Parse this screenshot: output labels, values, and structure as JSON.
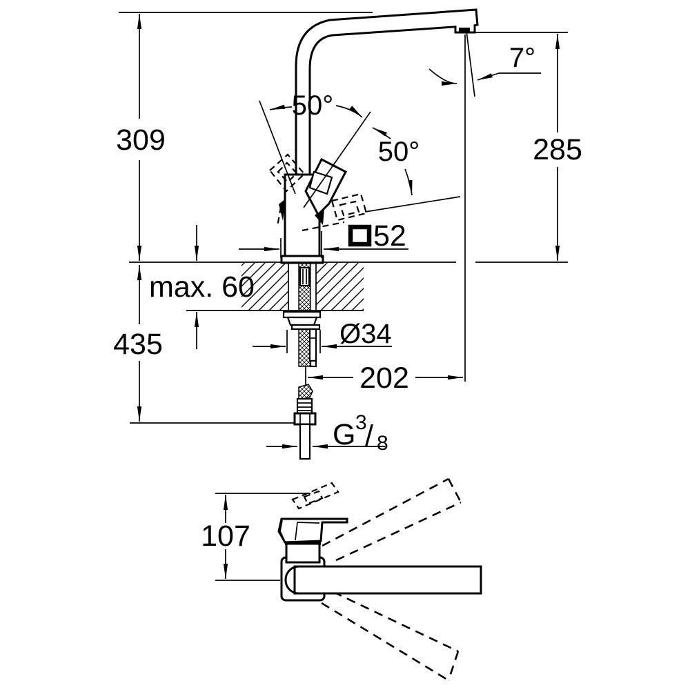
{
  "page": {
    "background": "#ffffff",
    "line_color": "#000000"
  },
  "drawing": {
    "kind": "technical dimension drawing",
    "subject": "single-lever kitchen mixer tap, side elevation with installation section and plan view"
  },
  "dims": {
    "total_height": "309",
    "outlet_height": "285",
    "spout_tilt_angle": "7°",
    "handle_swing_upper": "50°",
    "handle_swing_lower": "50°",
    "body_square_size": "52",
    "max_deck_thickness": "max. 60",
    "below_deck_length": "435",
    "hole_diameter": "Ø34",
    "spout_reach": "202",
    "thread": {
      "letter": "G",
      "numerator": "3",
      "slash": "/",
      "denominator": "8"
    },
    "plan_view_depth": "107"
  }
}
